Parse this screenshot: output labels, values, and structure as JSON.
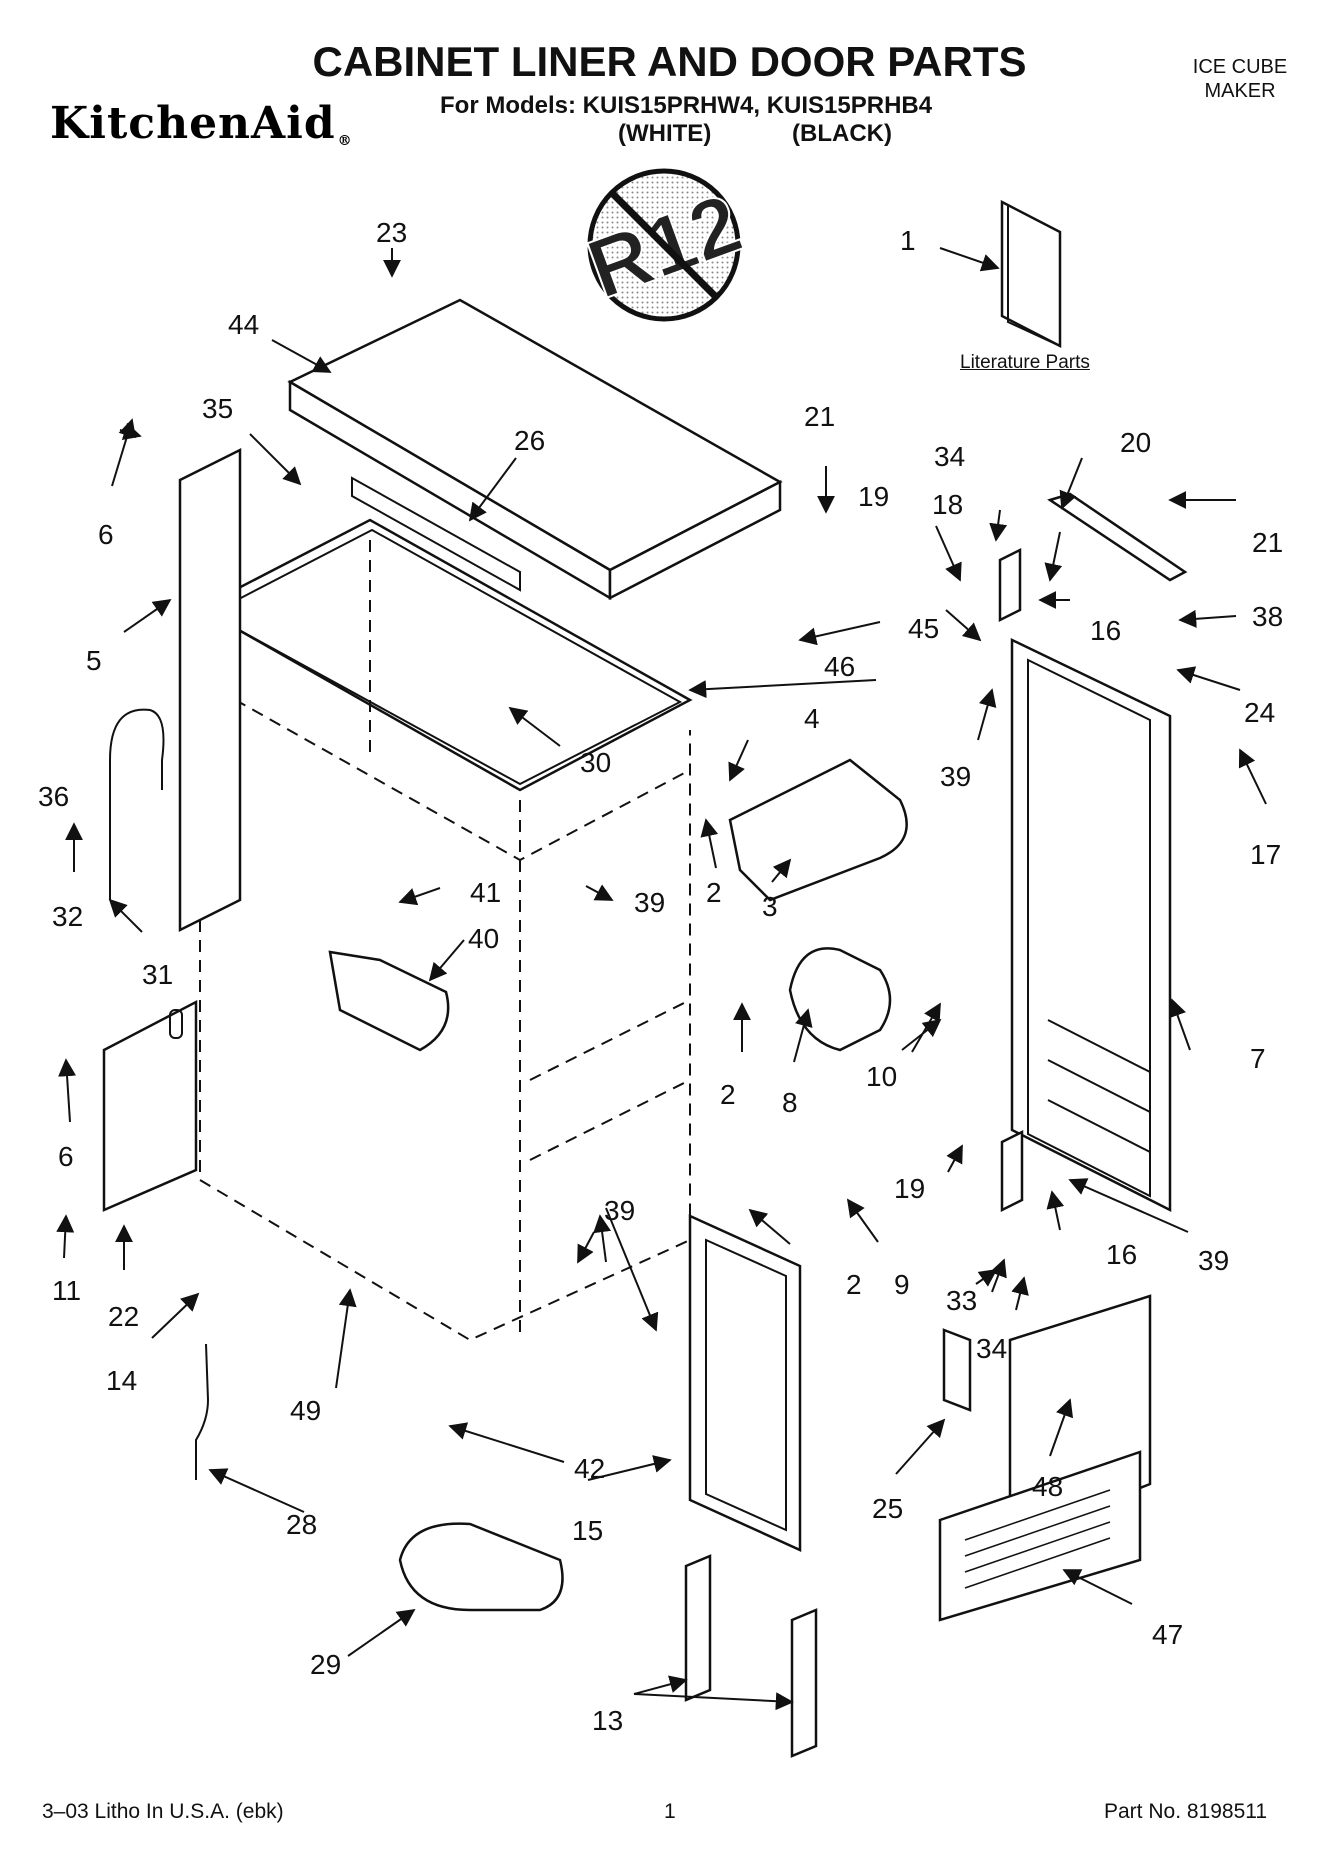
{
  "header": {
    "brand": "KitchenAid",
    "brand_mark": "®",
    "title": "CABINET LINER AND DOOR PARTS",
    "models_line": "For Models: KUIS15PRHW4, KUIS15PRHB4",
    "color_white": "(WHITE)",
    "color_black": "(BLACK)",
    "category_line1": "ICE CUBE",
    "category_line2": "MAKER"
  },
  "badge": {
    "text": "R12",
    "icon": "no-r12-refrigerant-icon"
  },
  "literature_label": "Literature Parts",
  "callouts": [
    "1",
    "2",
    "2",
    "2",
    "3",
    "4",
    "5",
    "6",
    "6",
    "7",
    "8",
    "9",
    "10",
    "11",
    "13",
    "14",
    "15",
    "16",
    "16",
    "17",
    "18",
    "19",
    "19",
    "20",
    "21",
    "21",
    "22",
    "23",
    "24",
    "25",
    "26",
    "28",
    "29",
    "30",
    "31",
    "32",
    "33",
    "34",
    "34",
    "35",
    "36",
    "38",
    "39",
    "39",
    "39",
    "39",
    "40",
    "41",
    "42",
    "44",
    "45",
    "46",
    "47",
    "48",
    "49"
  ],
  "footer": {
    "left": "3–03 Litho In U.S.A. (ebk)",
    "page": "1",
    "right": "Part No. 8198511"
  },
  "colors": {
    "ink": "#111111",
    "background": "#ffffff",
    "badge_fill": "#d9d9d9"
  }
}
